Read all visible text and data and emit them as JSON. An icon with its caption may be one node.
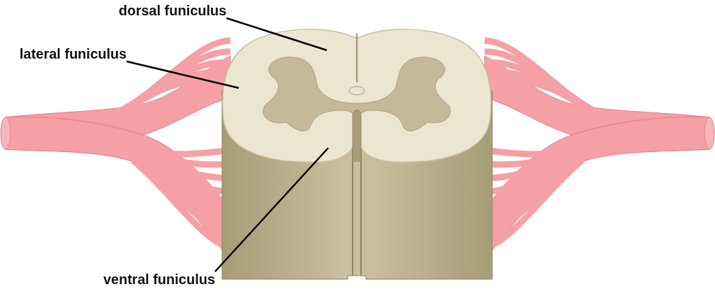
{
  "diagram": {
    "nodes": [
      {
        "text": [
          "dorsal funiculus"
        ]
      },
      {
        "text": [
          "lateral funiculus"
        ]
      },
      {
        "text": [
          "ventral funiculus"
        ]
      }
    ],
    "edges": [
      {
        "from": 0,
        "to": null,
        "arrow": "none"
      },
      {
        "from": 1,
        "to": null,
        "arrow": "none"
      },
      {
        "from": 2,
        "to": null,
        "arrow": "none"
      }
    ]
  }
}
